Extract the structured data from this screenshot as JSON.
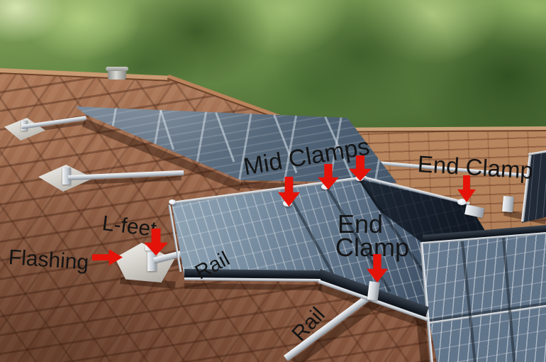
{
  "annotations": {
    "mid_clamps": {
      "label": "Mid Clamps"
    },
    "end_clamp_upper": {
      "label": "End Clamp"
    },
    "end_clamp_lower": {
      "line1": "End",
      "line2": "Clamp"
    },
    "l_feet": {
      "label": "L-feet"
    },
    "flashing": {
      "label": "Flashing"
    },
    "rail_upper": {
      "label": "Rail"
    },
    "rail_lower": {
      "label": "Rail"
    }
  },
  "icons": {
    "red_arrow_down": "⬇",
    "red_arrow_right": "➡"
  },
  "colors": {
    "annotation_text": "#141414",
    "arrow_red": "#e31309",
    "roof_brown": "#9c684c",
    "roof_right_tan": "#b5835c",
    "panel_light_blue_gray": "#8ba0b2",
    "panel_dark_navy": "#2c3844",
    "aluminum_silver": "#d9dde1",
    "foliage_green": "#5a7c3e"
  }
}
